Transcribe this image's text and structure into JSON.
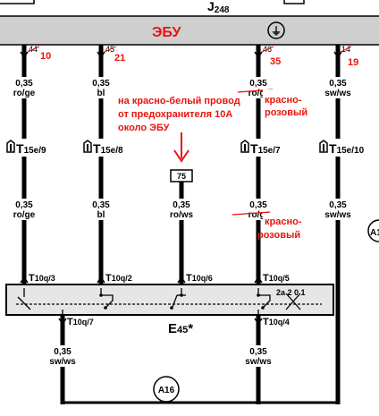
{
  "colors": {
    "ecu_bar": "#cfcfcf",
    "wire": "#000000",
    "annotation": "#e8140c",
    "module_fill": "#e6e6e6"
  },
  "header": {
    "component_code": "J",
    "component_sub": "248",
    "ecu_label": "ЭБУ",
    "ground_symbol": "⏚"
  },
  "ecu_pins": [
    {
      "orig": "44",
      "new": "10"
    },
    {
      "orig": "45",
      "new": "21"
    },
    {
      "orig": "46",
      "new": "35"
    },
    {
      "orig": "14",
      "new": "19"
    }
  ],
  "wires_top": [
    {
      "gauge": "0,35",
      "color": "ro/ge"
    },
    {
      "gauge": "0,35",
      "color": "bl"
    },
    {
      "gauge": "0,35",
      "color": "ro/gr"
    },
    {
      "gauge": "0,35",
      "color": "sw/ws"
    }
  ],
  "connectors_t15": [
    {
      "code": "T",
      "sub": "15e/9"
    },
    {
      "code": "T",
      "sub": "15e/8"
    },
    {
      "code": "T",
      "sub": "15e/7"
    },
    {
      "code": "T",
      "sub": "15e/10"
    }
  ],
  "wires_mid": [
    {
      "gauge": "0,35",
      "color": "ro/ge"
    },
    {
      "gauge": "0,35",
      "color": "bl"
    },
    {
      "gauge": "0,35",
      "color": "ro/ws"
    },
    {
      "gauge": "0,35",
      "color": "ro/gr"
    },
    {
      "gauge": "0,35",
      "color": "sw/ws"
    }
  ],
  "fuse_ref": "75",
  "annotations": {
    "note_lines": [
      "на красно-белый провод",
      "от предохранителя 10А",
      "около ЭБУ"
    ],
    "arrow": "↓",
    "correction_top": [
      "красно-",
      "розовый"
    ],
    "correction_mid": [
      "красно-",
      "розовый"
    ]
  },
  "connectors_t10": [
    {
      "code": "T",
      "sub": "10q/3"
    },
    {
      "code": "T",
      "sub": "10q/2"
    },
    {
      "code": "T",
      "sub": "10q/6"
    },
    {
      "code": "T",
      "sub": "10q/5"
    }
  ],
  "module": {
    "code": "E",
    "sub": "45",
    "star": "*",
    "switch_positions": "2a  2 0 1"
  },
  "connectors_bottom": [
    {
      "code": "T",
      "sub": "10q/7"
    },
    {
      "code": "T",
      "sub": "10q/4"
    }
  ],
  "wires_bottom": [
    {
      "gauge": "0,35",
      "color": "sw/ws"
    },
    {
      "gauge": "0,35",
      "color": "sw/ws"
    }
  ],
  "ground_ref": "A16",
  "side_ref": "A1"
}
